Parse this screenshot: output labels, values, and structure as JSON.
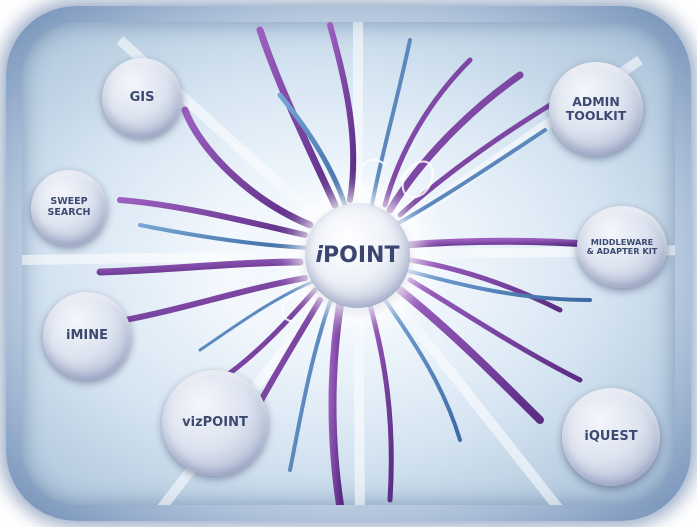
{
  "center": {
    "prefix": "i",
    "label": "POINT"
  },
  "nodes": {
    "gis": "GIS",
    "admin_toolkit": "ADMIN\nTOOLKIT",
    "sweep_search": "SWEEP\nSEARCH",
    "middleware": "MIDDLEWARE\n& ADAPTER KIT",
    "imine": "iMINE",
    "vizpoint": "vizPOINT",
    "iquest": "iQUEST"
  },
  "colors": {
    "tendril_purple": "#7a3f9a",
    "tendril_blue": "#4f7fb8",
    "node_text": "#3c4a72",
    "frame_blue": "#6f8db5"
  }
}
